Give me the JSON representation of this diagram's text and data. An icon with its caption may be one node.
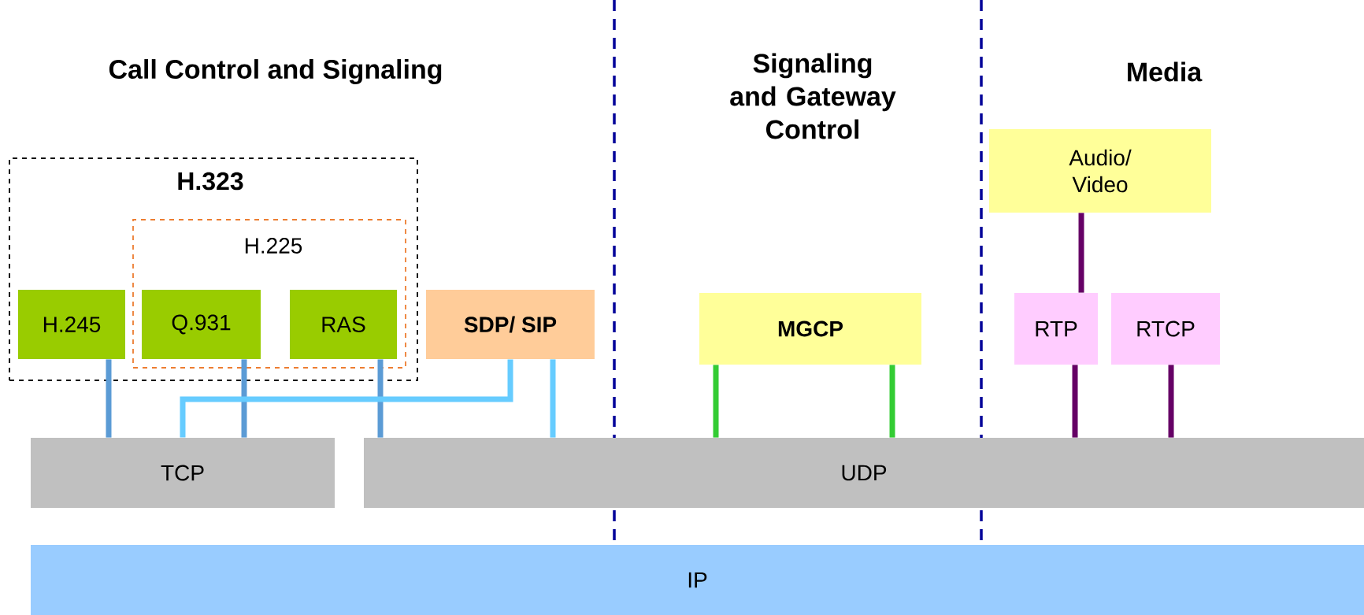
{
  "diagram": {
    "nodes": [
      {
        "text": [
          "H.323"
        ]
      },
      {
        "text": [
          "H.225"
        ],
        "in": 0
      },
      {
        "text": [
          "H.245"
        ],
        "in": 0
      },
      {
        "text": [
          "Q.931"
        ],
        "in": 1
      },
      {
        "text": [
          "RAS"
        ],
        "in": 1
      },
      {
        "text": [
          "SDP/ SIP"
        ]
      },
      {
        "text": [
          "MGCP"
        ]
      },
      {
        "text": [
          "Audio/ Video"
        ]
      },
      {
        "text": [
          "RTP"
        ]
      },
      {
        "text": [
          "RTCP"
        ]
      },
      {
        "text": [
          "TCP"
        ]
      },
      {
        "text": [
          "UDP"
        ]
      },
      {
        "text": [
          "IP"
        ]
      }
    ],
    "edges": [
      {
        "from": 2,
        "to": 10,
        "arrow": "none",
        "color": "#5b9bd5"
      },
      {
        "from": 3,
        "to": 10,
        "arrow": "none",
        "color": "#5b9bd5"
      },
      {
        "from": 4,
        "to": 11,
        "arrow": "none",
        "color": "#5b9bd5"
      },
      {
        "from": 5,
        "to": 10,
        "arrow": "none",
        "color": "#66ccff"
      },
      {
        "from": 5,
        "to": 11,
        "arrow": "none",
        "color": "#66ccff"
      },
      {
        "from": 6,
        "to": 11,
        "arrow": "none",
        "color": "#33cc33"
      },
      {
        "from": 6,
        "to": 11,
        "arrow": "none",
        "color": "#33cc33"
      },
      {
        "from": 7,
        "to": 8,
        "arrow": "none",
        "color": "#660066"
      },
      {
        "from": 8,
        "to": 11,
        "arrow": "none",
        "color": "#660066"
      },
      {
        "from": 9,
        "to": 11,
        "arrow": "none",
        "color": "#660066"
      }
    ],
    "labels": [
      "Call Control and Signaling",
      "Signaling and Gateway Control",
      "Media"
    ]
  }
}
